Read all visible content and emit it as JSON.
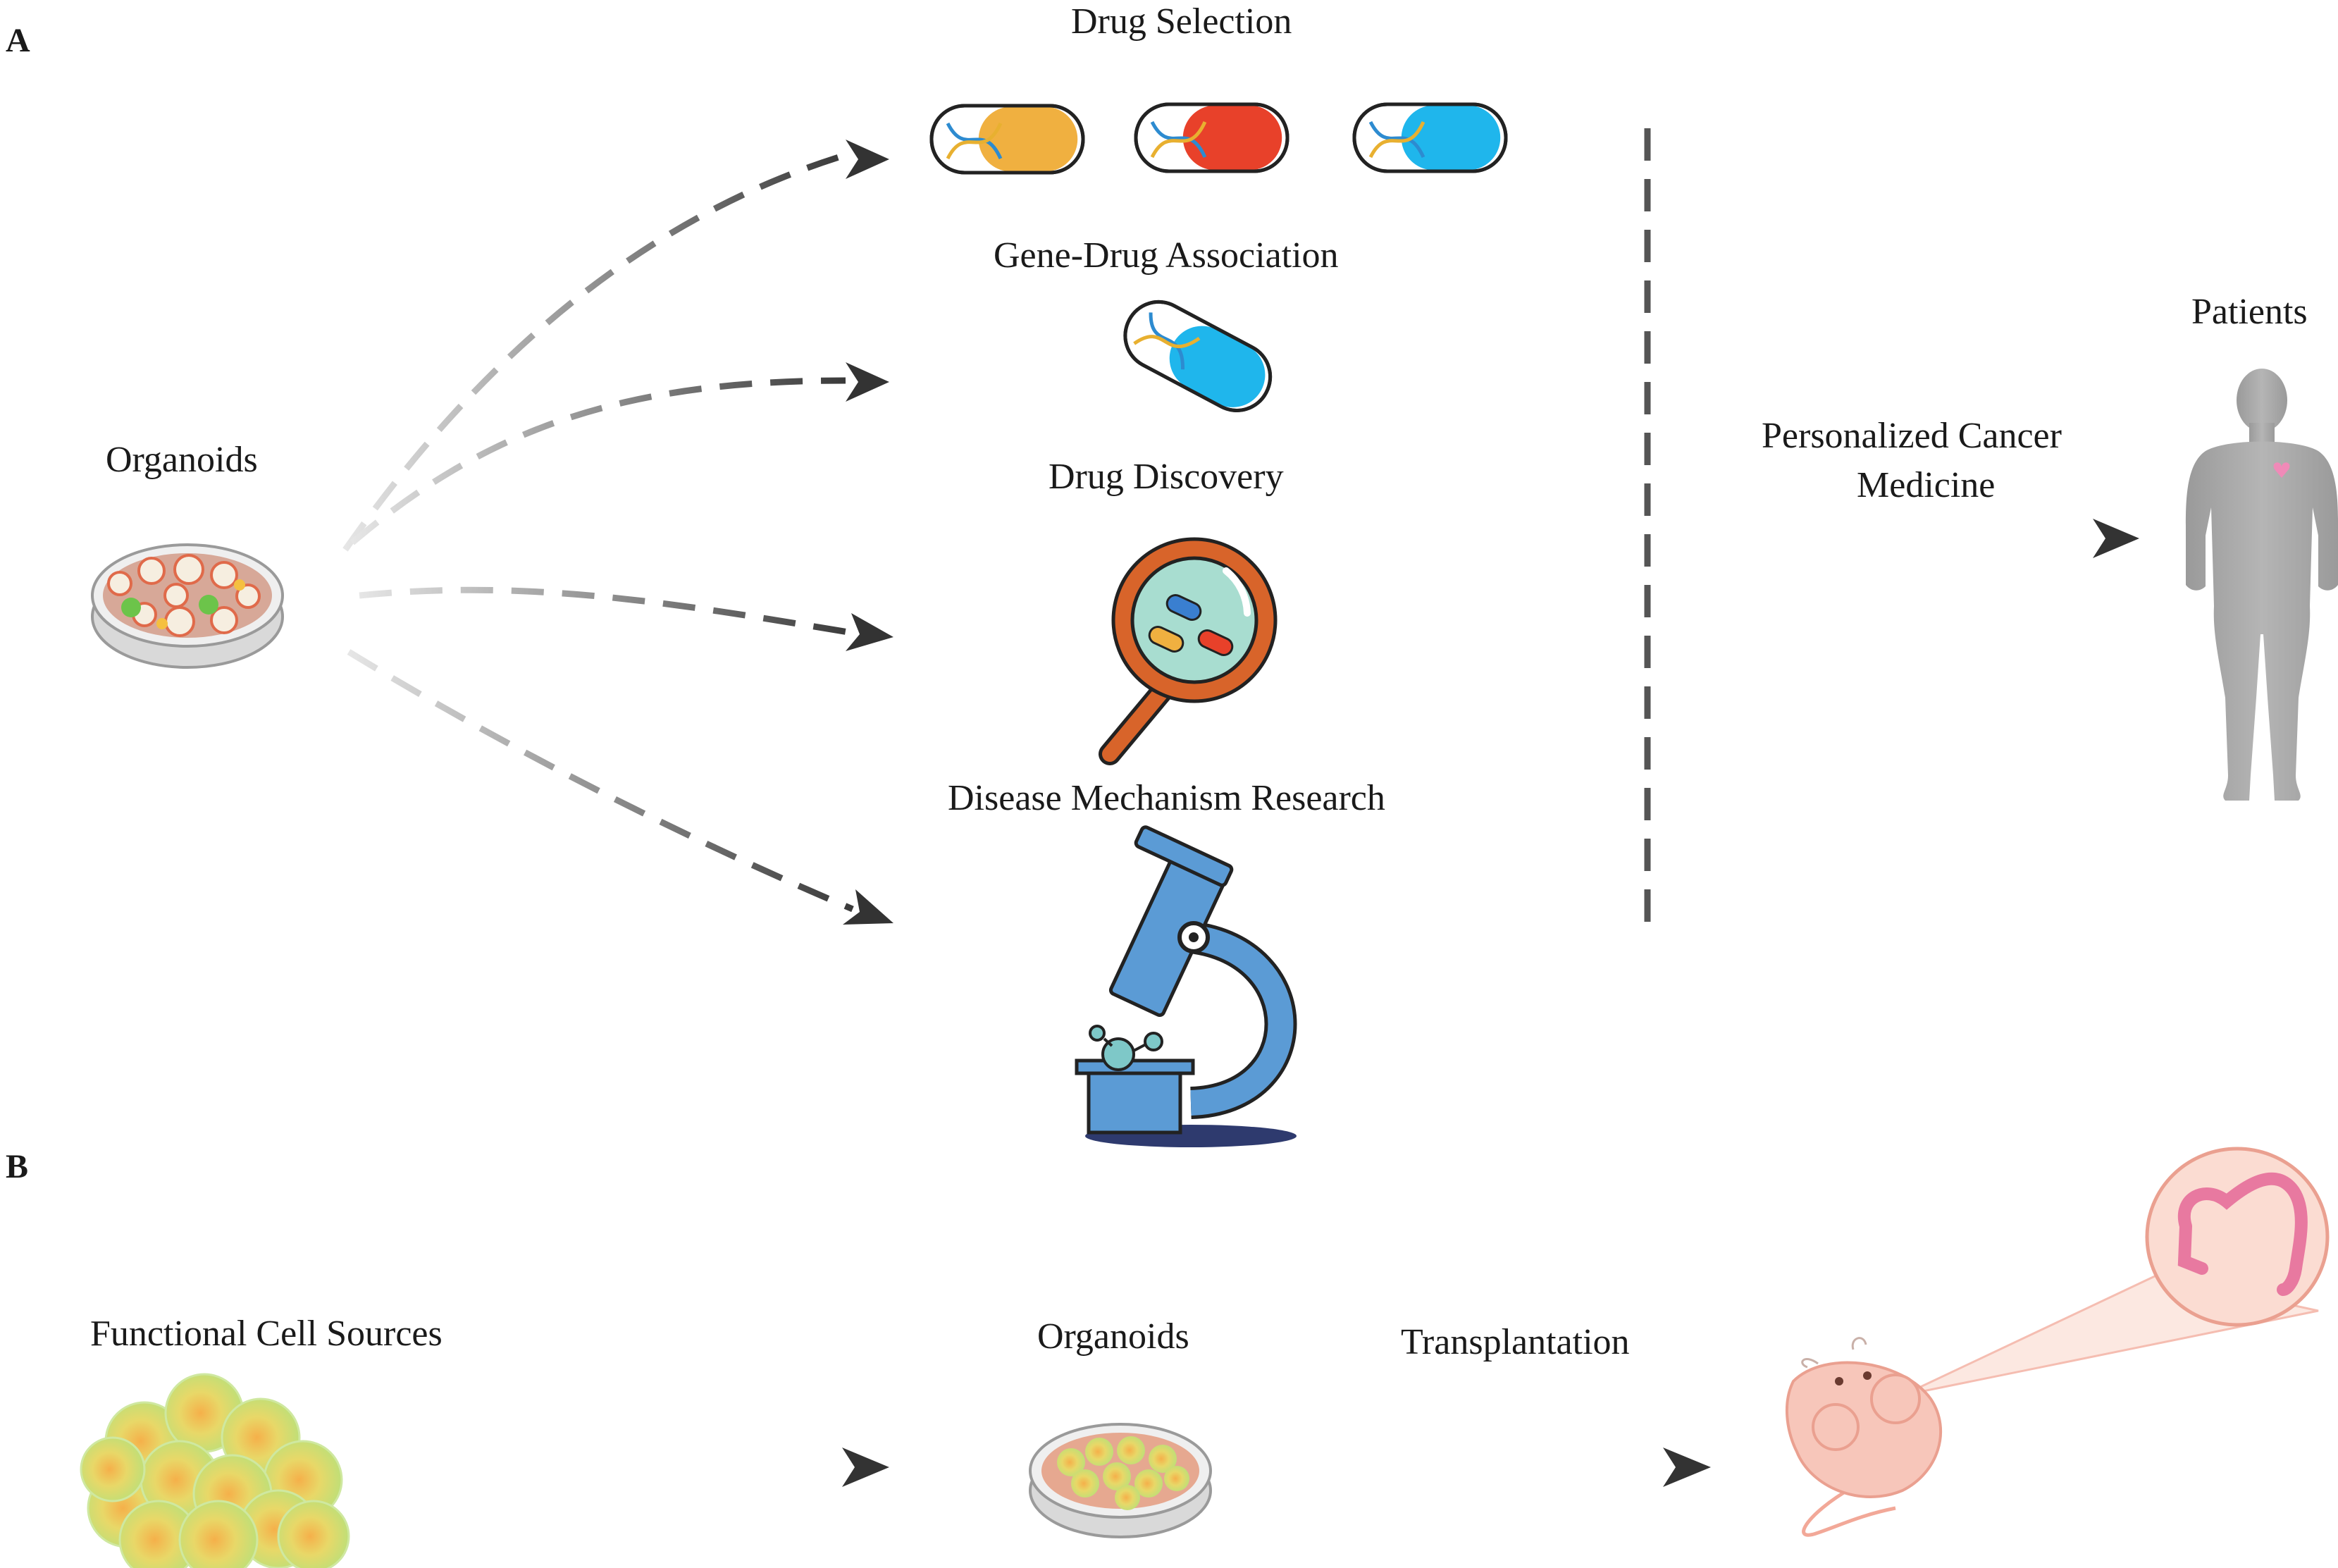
{
  "panels": {
    "a": "A",
    "b": "B"
  },
  "labels_a": {
    "drug_selection": "Drug Selection",
    "gene_drug": "Gene-Drug Association",
    "drug_discovery": "Drug Discovery",
    "disease_mechanism": "Disease Mechanism Research",
    "organoids": "Organoids",
    "personalized_line1": "Personalized Cancer",
    "personalized_line2": "Medicine",
    "patients": "Patients"
  },
  "labels_b": {
    "functional": "Functional Cell Sources",
    "organoids": "Organoids",
    "transplantation": "Transplantation"
  },
  "colors": {
    "capsule_orange": "#f0b040",
    "capsule_red": "#e8412a",
    "capsule_blue": "#1fb6ec",
    "magnifier": "#d8642a",
    "microscope": "#5b9bd5",
    "human": "#a8a8a8",
    "mouse": "#f7c6ba"
  }
}
